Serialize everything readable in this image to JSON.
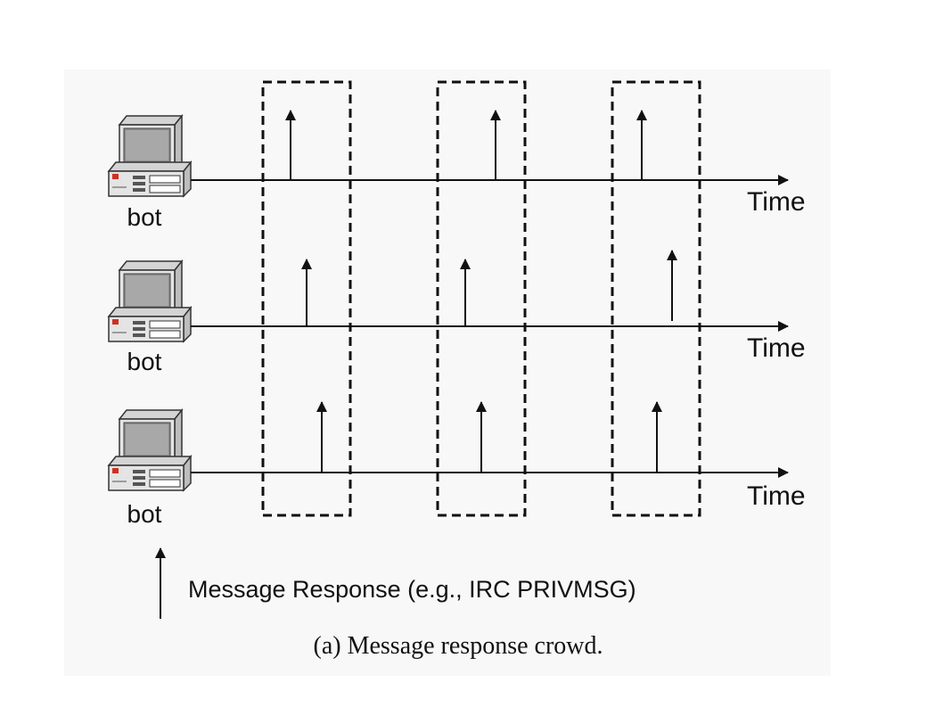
{
  "diagram": {
    "bots": [
      {
        "label": "bot",
        "time_label": "Time"
      },
      {
        "label": "bot",
        "time_label": "Time"
      },
      {
        "label": "bot",
        "time_label": "Time"
      }
    ],
    "crowd_windows": 3,
    "legend": {
      "icon": "up-arrow-icon",
      "text": "Message Response (e.g., IRC PRIVMSG)"
    },
    "caption": "(a)  Message response crowd."
  },
  "colors": {
    "stroke": "#111111",
    "panel_background": "#f8f8f8",
    "computer_body": "#e4e4e4",
    "computer_screen": "#8c8c8c",
    "power_light": "#d03020",
    "led": "#30a050"
  }
}
